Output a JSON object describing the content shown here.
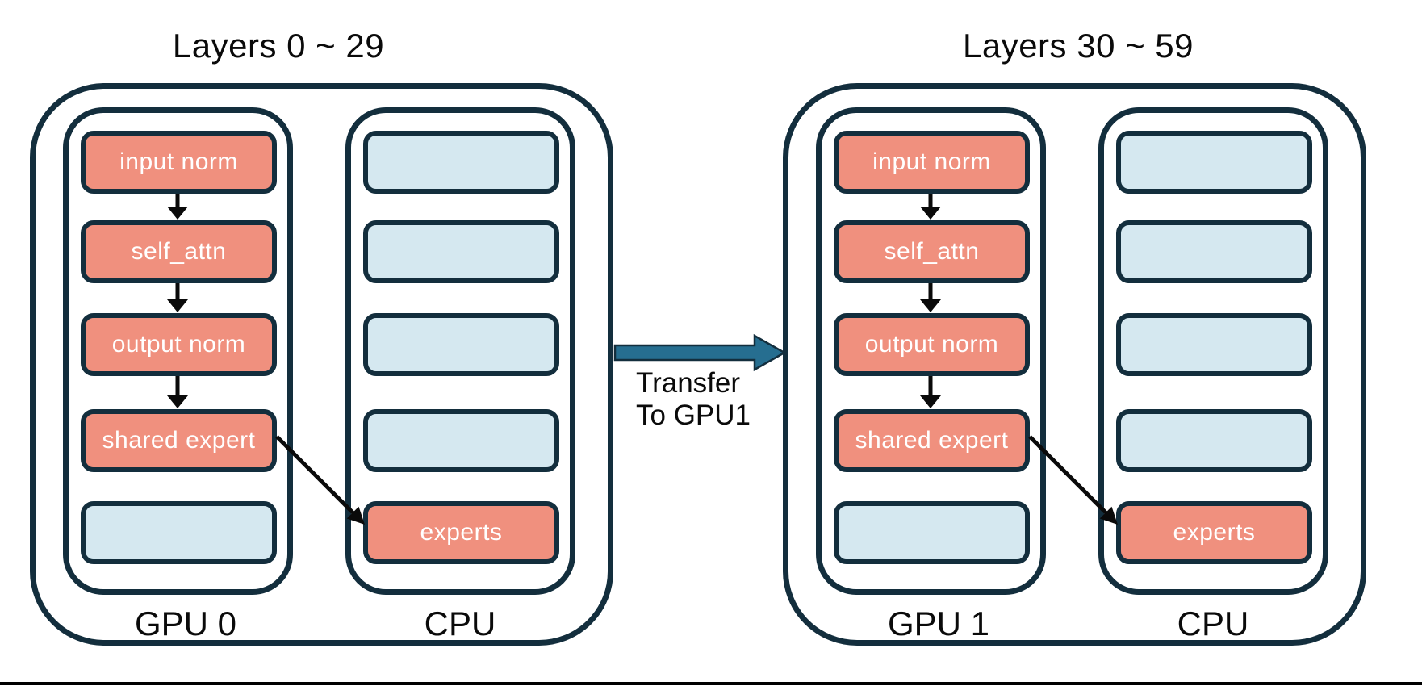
{
  "colors": {
    "navy": "#132E3D",
    "salmon": "#F0907E",
    "lightblue": "#D5E8F0",
    "teal": "#266E90",
    "ink": "#0a0a0a"
  },
  "groups": [
    {
      "title": "Layers 0 ~ 29",
      "gpu": {
        "label": "GPU 0",
        "boxes": [
          {
            "label": "input norm",
            "type": "active"
          },
          {
            "label": "self_attn",
            "type": "active"
          },
          {
            "label": "output norm",
            "type": "active"
          },
          {
            "label": "shared expert",
            "type": "active"
          },
          {
            "label": "",
            "type": "empty"
          }
        ]
      },
      "cpu": {
        "label": "CPU",
        "boxes": [
          {
            "label": "",
            "type": "empty"
          },
          {
            "label": "",
            "type": "empty"
          },
          {
            "label": "",
            "type": "empty"
          },
          {
            "label": "",
            "type": "empty"
          },
          {
            "label": "experts",
            "type": "active"
          }
        ]
      }
    },
    {
      "title": "Layers 30 ~ 59",
      "gpu": {
        "label": "GPU 1",
        "boxes": [
          {
            "label": "input norm",
            "type": "active"
          },
          {
            "label": "self_attn",
            "type": "active"
          },
          {
            "label": "output norm",
            "type": "active"
          },
          {
            "label": "shared expert",
            "type": "active"
          },
          {
            "label": "",
            "type": "empty"
          }
        ]
      },
      "cpu": {
        "label": "CPU",
        "boxes": [
          {
            "label": "",
            "type": "empty"
          },
          {
            "label": "",
            "type": "empty"
          },
          {
            "label": "",
            "type": "empty"
          },
          {
            "label": "",
            "type": "empty"
          },
          {
            "label": "experts",
            "type": "active"
          }
        ]
      }
    }
  ],
  "transfer": {
    "line1": "Transfer",
    "line2": "To GPU1"
  }
}
